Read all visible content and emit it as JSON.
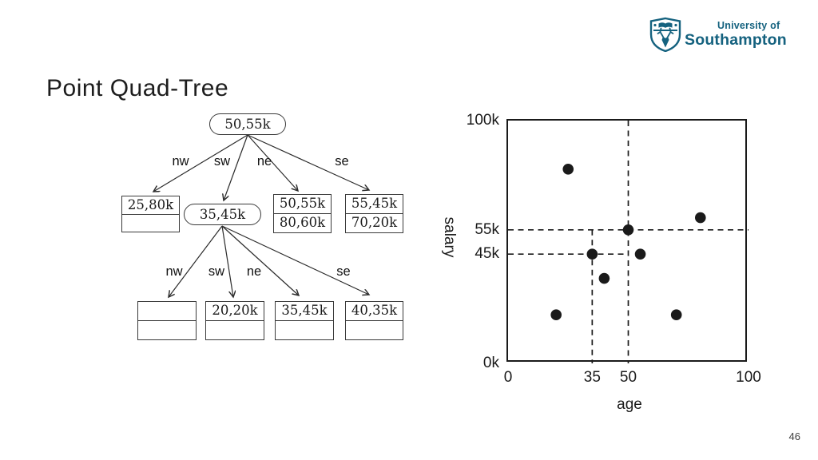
{
  "title": "Point Quad-Tree",
  "page_number": "46",
  "logo": {
    "line1": "University of",
    "line2": "Southampton",
    "color": "#15627F"
  },
  "tree": {
    "root": {
      "label": "50,55k"
    },
    "level1_edge_labels": {
      "nw": "nw",
      "sw": "sw",
      "ne": "ne",
      "se": "se"
    },
    "level2": {
      "nw_box": {
        "top": "25,80k",
        "bottom": ""
      },
      "sw_oval": {
        "label": "35,45k"
      },
      "ne_box": {
        "top": "50,55k",
        "bottom": "80,60k"
      },
      "se_box": {
        "top": "55,45k",
        "bottom": "70,20k"
      }
    },
    "level2_edge_labels": {
      "nw": "nw",
      "sw": "sw",
      "ne": "ne",
      "se": "se"
    },
    "level3": {
      "nw_box": {
        "top": "",
        "bottom": ""
      },
      "sw_box": {
        "top": "20,20k",
        "bottom": ""
      },
      "ne_box": {
        "top": "35,45k",
        "bottom": ""
      },
      "se_box": {
        "top": "40,35k",
        "bottom": ""
      }
    }
  },
  "chart_data": {
    "type": "scatter",
    "title": "",
    "xlabel": "age",
    "ylabel": "salary",
    "xlim": [
      0,
      100
    ],
    "ylim": [
      0,
      100
    ],
    "grid": false,
    "point_color": "#1a1a1a",
    "xticks": [
      {
        "value": 0,
        "label": "0"
      },
      {
        "value": 35,
        "label": "35"
      },
      {
        "value": 50,
        "label": "50"
      },
      {
        "value": 100,
        "label": "100"
      }
    ],
    "yticks": [
      {
        "value": 0,
        "label": "0k"
      },
      {
        "value": 45,
        "label": "45k"
      },
      {
        "value": 55,
        "label": "55k"
      },
      {
        "value": 100,
        "label": "100k"
      }
    ],
    "points": [
      {
        "age": 25,
        "salary_k": 80
      },
      {
        "age": 80,
        "salary_k": 60
      },
      {
        "age": 50,
        "salary_k": 55
      },
      {
        "age": 35,
        "salary_k": 45
      },
      {
        "age": 55,
        "salary_k": 45
      },
      {
        "age": 40,
        "salary_k": 35
      },
      {
        "age": 20,
        "salary_k": 20
      },
      {
        "age": 70,
        "salary_k": 20
      }
    ],
    "partition_lines": [
      {
        "type": "vertical",
        "x": 50,
        "y_from": 0,
        "y_to": 100
      },
      {
        "type": "vertical",
        "x": 35,
        "y_from": 0,
        "y_to": 55
      },
      {
        "type": "horizontal",
        "y": 55,
        "x_from": 0,
        "x_to": 100
      },
      {
        "type": "horizontal",
        "y": 45,
        "x_from": 0,
        "x_to": 50
      }
    ]
  }
}
